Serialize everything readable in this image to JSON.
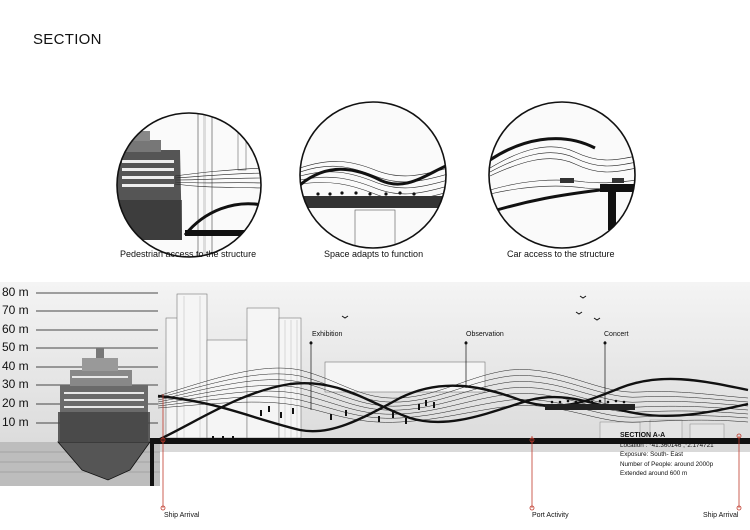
{
  "title": "SECTION",
  "details": [
    {
      "caption": "Pedestrian access to the structure"
    },
    {
      "caption": "Space adapts to function"
    },
    {
      "caption": "Car access to the structure"
    }
  ],
  "height_labels": [
    "80 m",
    "70 m",
    "60 m",
    "50 m",
    "40 m",
    "30 m",
    "20 m",
    "10 m"
  ],
  "zones": {
    "exhibition": "Exhibition",
    "observation": "Observation",
    "concert": "Concert"
  },
  "markers": {
    "ship_arrival_left": "Ship Arrival",
    "port_activity": "Port Activity",
    "ship_arrival_right": "Ship Arrival"
  },
  "info": {
    "heading": "SECTION A-A",
    "location": "Location : °41.360146 ,°2.174721",
    "exposure": "Exposure: South- East",
    "people": "Number of People: around 2000p",
    "extended": "Extended around 600 m"
  },
  "colors": {
    "accent_red": "#c0392b",
    "ink": "#111111",
    "sky": "#ececec"
  }
}
